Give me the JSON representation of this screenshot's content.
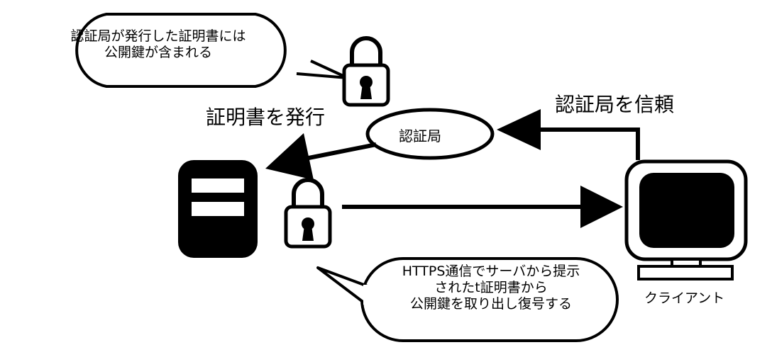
{
  "labels": {
    "issue_cert": "証明書を発行",
    "trust_ca": "認証局を信頼",
    "ca": "認証局",
    "client": "クライアント"
  },
  "bubbles": {
    "top": [
      "認証局が発行した証明書には",
      "公開鍵が含まれる"
    ],
    "bottom": [
      "HTTPS通信でサーバから提示",
      "されたt証明書から",
      "公開鍵を取り出し復号する"
    ]
  },
  "icons": {
    "server": "server-icon",
    "client": "monitor-icon",
    "padlock": "padlock-icon"
  },
  "colors": {
    "ink": "#000000",
    "paper": "#ffffff"
  }
}
